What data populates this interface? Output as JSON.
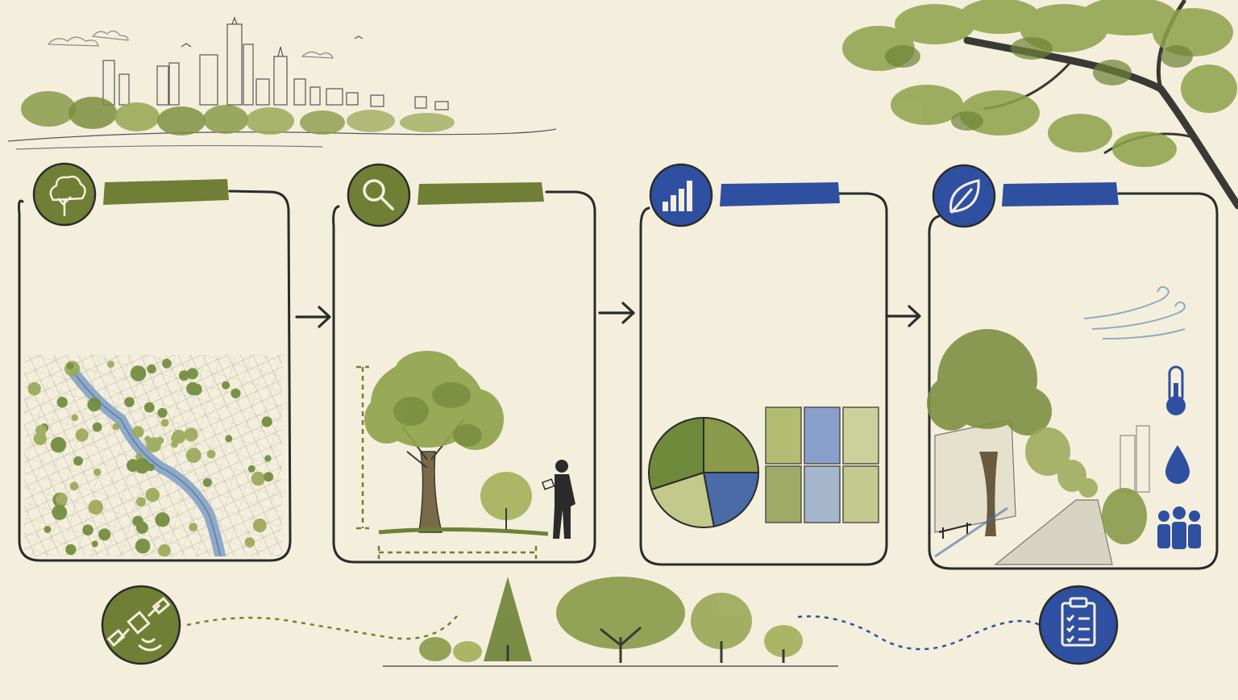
{
  "colors": {
    "paper": "#f4efdc",
    "ink": "#2b2b2b",
    "green": "#6f7f35",
    "green_light": "#a3b05a",
    "green_pale": "#c3c98a",
    "blue": "#2f4fa0",
    "blue_light": "#6f8cc8",
    "river": "#8fa9c9"
  },
  "steps": [
    {
      "id": "tree-inventory",
      "icon": "tree-icon",
      "accent": "green",
      "label": "",
      "illustration": "city-map-with-tree-canopy"
    },
    {
      "id": "field-survey",
      "icon": "magnifier-icon",
      "accent": "green",
      "label": "",
      "illustration": "tree-measurement-with-surveyor"
    },
    {
      "id": "data-analysis",
      "icon": "bar-chart-icon",
      "accent": "blue",
      "label": "",
      "illustration": "pie-chart-and-canopy-map-grid"
    },
    {
      "id": "ecosystem-benefits",
      "icon": "leaf-icon",
      "accent": "blue",
      "label": "",
      "illustration": "tree-lined-street"
    }
  ],
  "benefit_icons": [
    "wind-icon",
    "thermometer-icon",
    "water-drop-icon",
    "people-icon"
  ],
  "bottom_icons": [
    {
      "icon": "satellite-icon",
      "accent": "green"
    },
    {
      "icon": "clipboard-checklist-icon",
      "accent": "blue"
    }
  ],
  "decorations": [
    "city-skyline-sketch",
    "oak-branch-sketch",
    "tree-row-sketch"
  ]
}
